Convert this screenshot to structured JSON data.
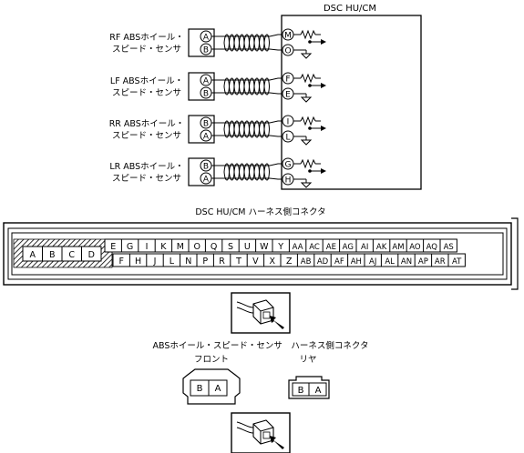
{
  "dsc_box": {
    "title": "DSC HU/CM"
  },
  "sensors": [
    {
      "name_line1": "RF ABSホイール・",
      "name_line2": "スピード・センサ",
      "sensor_pins": [
        "A",
        "B"
      ],
      "dsc_pins": [
        "M",
        "O"
      ]
    },
    {
      "name_line1": "LF ABSホイール・",
      "name_line2": "スピード・センサ",
      "sensor_pins": [
        "A",
        "B"
      ],
      "dsc_pins": [
        "F",
        "E"
      ]
    },
    {
      "name_line1": "RR ABSホイール・",
      "name_line2": "スピード・センサ",
      "sensor_pins": [
        "B",
        "A"
      ],
      "dsc_pins": [
        "I",
        "L"
      ]
    },
    {
      "name_line1": "LR ABSホイール・",
      "name_line2": "スピード・センサ",
      "sensor_pins": [
        "B",
        "A"
      ],
      "dsc_pins": [
        "G",
        "H"
      ]
    }
  ],
  "harness": {
    "title": "DSC HU/CM ハーネス側コネクタ",
    "left_pins": [
      "A",
      "B",
      "C",
      "D"
    ],
    "top_row": [
      "E",
      "G",
      "I",
      "K",
      "M",
      "O",
      "Q",
      "S",
      "U",
      "W",
      "Y",
      "AA",
      "AC",
      "AE",
      "AG",
      "AI",
      "AK",
      "AM",
      "AO",
      "AQ",
      "AS"
    ],
    "bottom_row": [
      "F",
      "H",
      "J",
      "L",
      "N",
      "P",
      "R",
      "T",
      "V",
      "X",
      "Z",
      "AB",
      "AD",
      "AF",
      "AH",
      "AJ",
      "AL",
      "AN",
      "AP",
      "AR",
      "AT"
    ]
  },
  "sensor_connector": {
    "label_line1": "ABSホイール・スピード・センサ　ハーネス側コネクタ",
    "front_label": "フロント",
    "rear_label": "リヤ",
    "front_pins": [
      "B",
      "A"
    ],
    "rear_pins": [
      "B",
      "A"
    ]
  }
}
